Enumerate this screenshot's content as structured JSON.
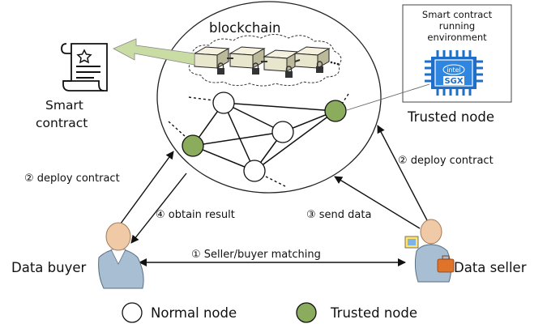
{
  "labels": {
    "blockchain": "blockchain",
    "smart_contract_line1": "Smart",
    "smart_contract_line2": "contract",
    "env_line1": "Smart contract",
    "env_line2": "running",
    "env_line3": "environment",
    "trusted_node_title": "Trusted node",
    "intel": "intel",
    "sgx": "SGX",
    "step2_left": "② deploy contract",
    "step2_right": "② deploy contract",
    "step4": "④ obtain result",
    "step3": "③ send data",
    "step1": "① Seller/buyer matching",
    "data_buyer": "Data buyer",
    "data_seller": "Data seller"
  },
  "legend": {
    "normal": "Normal node",
    "trusted": "Trusted node"
  },
  "colors": {
    "trusted_fill": "#8aac5c",
    "normal_fill": "#ffffff",
    "chip_blue": "#1f6fc8",
    "arrow_fill": "#c9dca3",
    "block_fill": "#e8e6cc"
  }
}
